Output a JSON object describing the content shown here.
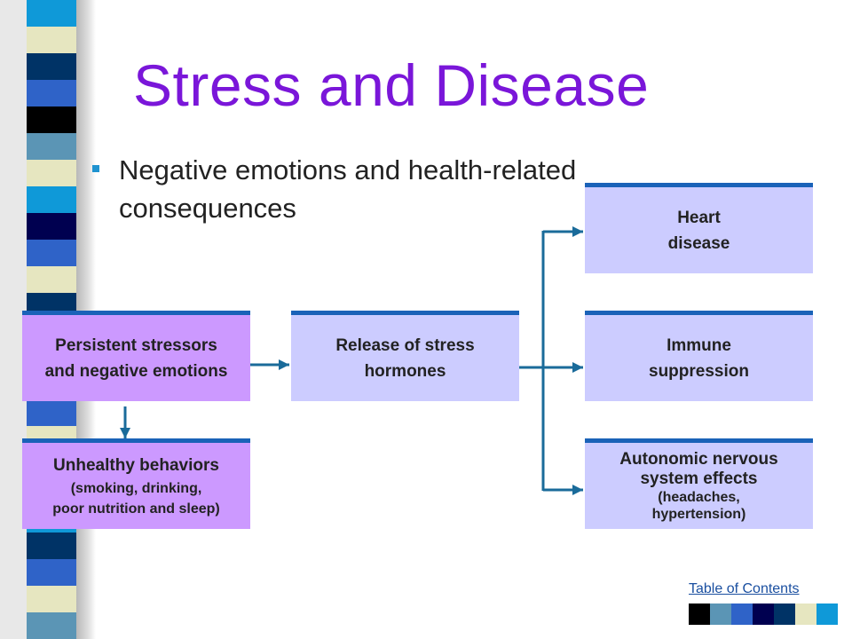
{
  "slide": {
    "title": "Stress and Disease",
    "bullet": "Negative emotions and health-related consequences"
  },
  "diagram": {
    "cause": "Persistent stressors and negative emotions",
    "behaviors": {
      "heading": "Unhealthy behaviors",
      "detail_line1": "(smoking, drinking,",
      "detail_line2": "poor nutrition and sleep)"
    },
    "mediator_line1": "Release of stress",
    "mediator_line2": "hormones",
    "outcomes": {
      "heart_line1": "Heart",
      "heart_line2": "disease",
      "immune_line1": "Immune",
      "immune_line2": "suppression",
      "autonomic_line1": "Autonomic nervous",
      "autonomic_line2": "system effects",
      "autonomic_detail_line1": "(headaches,",
      "autonomic_detail_line2": "hypertension)"
    }
  },
  "footer": {
    "toc_label": "Table of Contents"
  },
  "colors": {
    "title": "#7a16d9",
    "cause_box": "#cc99ff",
    "effect_box": "#ccccff",
    "box_border": "#1a62b8",
    "arrow": "#1a6b9a",
    "swatches": [
      "#000000",
      "#5b95b5",
      "#2f63c8",
      "#000050",
      "#003366",
      "#e6e6c0",
      "#0f99d8"
    ]
  }
}
